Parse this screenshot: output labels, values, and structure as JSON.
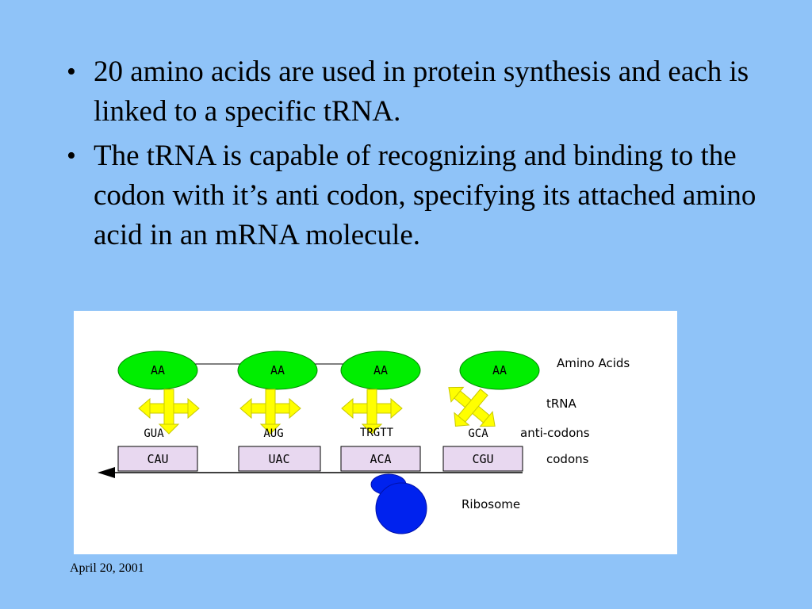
{
  "bullets": [
    "20 amino acids are used in protein synthesis and each is linked to a specific tRNA.",
    "The tRNA is capable of recognizing and binding to the codon with it’s anti codon, specifying its attached amino acid in an mRNA molecule."
  ],
  "bullet_symbol": "•",
  "diagram": {
    "amino_acids": [
      "AA",
      "AA",
      "AA",
      "AA"
    ],
    "anticodons": [
      "GUA",
      "AUG",
      "TRGTT",
      "GCA"
    ],
    "codons": [
      "CAU",
      "UAC",
      "ACA",
      "CGU"
    ],
    "labels": {
      "amino_acids": "Amino Acids",
      "trna": "tRNA",
      "anticodons": "anti-codons",
      "codons": "codons",
      "ribosome": "Ribosome"
    },
    "colors": {
      "amino_acid": "#00ee00",
      "trna": "#ffff00",
      "codon_box": "#e8d8f0",
      "ribosome": "#0022ee"
    }
  },
  "footer": {
    "date": "April 20, 2001"
  }
}
